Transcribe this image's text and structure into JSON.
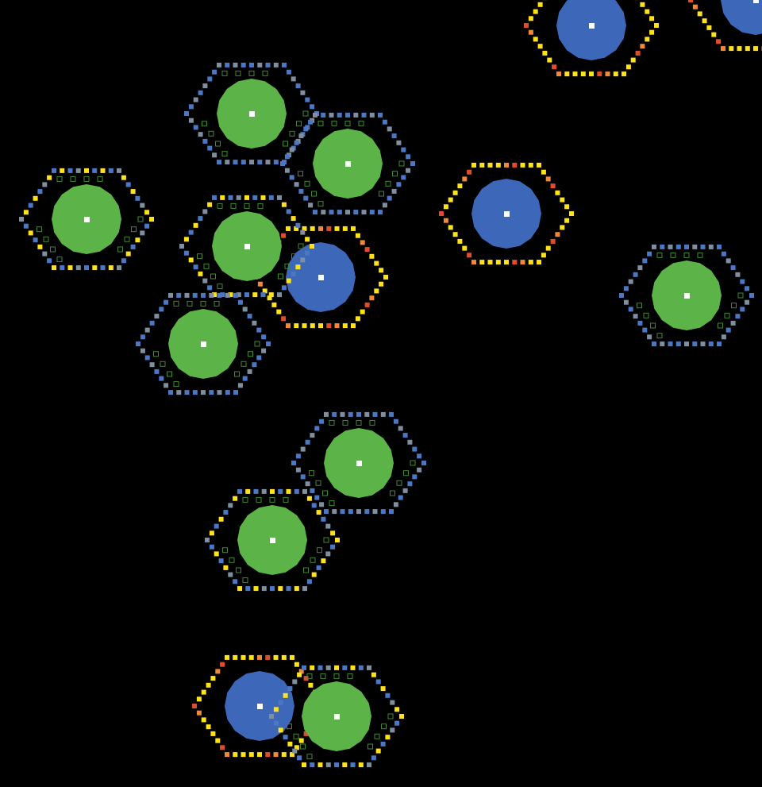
{
  "game": {
    "background": "#000000",
    "colors": {
      "green_cell": "#5cb347",
      "blue_cell": "#3d67b8",
      "core": "#ffffff",
      "perimeter_yellow": "#ffe31a",
      "perimeter_blue": "#4b78c4",
      "perimeter_grey": "#7f8f9f",
      "perimeter_orange": "#f08a3a",
      "perimeter_red": "#e04d2c",
      "perimeter_green_outline": "#3f8a2e"
    },
    "cells": [
      {
        "id": "cell-1",
        "team": "blue",
        "perimeter": "warm"
      },
      {
        "id": "cell-2",
        "team": "green",
        "perimeter": "cool"
      },
      {
        "id": "cell-3",
        "team": "green",
        "perimeter": "cool"
      },
      {
        "id": "cell-4",
        "team": "green",
        "perimeter": "mixed"
      },
      {
        "id": "cell-5",
        "team": "blue",
        "perimeter": "warm"
      },
      {
        "id": "cell-6",
        "team": "green",
        "perimeter": "cool"
      },
      {
        "id": "cell-7",
        "team": "blue",
        "perimeter": "warm"
      },
      {
        "id": "cell-8",
        "team": "green",
        "perimeter": "mixed"
      },
      {
        "id": "cell-9",
        "team": "green",
        "perimeter": "cool"
      },
      {
        "id": "cell-10",
        "team": "green",
        "perimeter": "cool"
      },
      {
        "id": "cell-11",
        "team": "blue",
        "perimeter": "warm"
      },
      {
        "id": "cell-12",
        "team": "green",
        "perimeter": "mixed"
      },
      {
        "id": "cell-13",
        "team": "green",
        "perimeter": "mixed"
      },
      {
        "id": "cell-14",
        "team": "blue",
        "perimeter": "warm"
      }
    ]
  }
}
